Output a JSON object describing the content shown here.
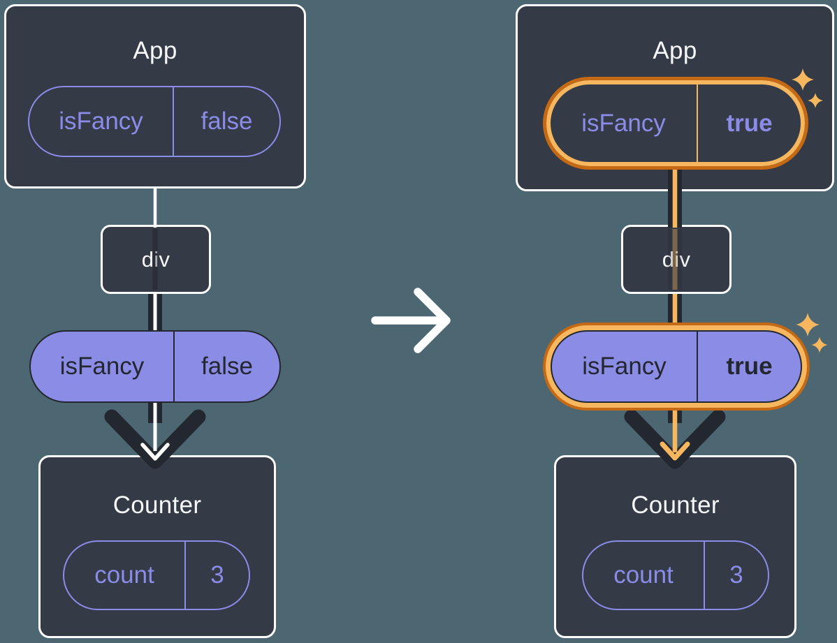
{
  "colors": {
    "background": "#4C6771",
    "node_fill": "#343A46",
    "node_border": "#FFFFFF",
    "purple": "#8A8CE8",
    "pill_purple_fill": "#8B8CE6",
    "dark_ink": "#23272F",
    "highlight_orange": "#F6B75F",
    "highlight_orange_dark": "#C56915",
    "title_text": "#F6F7F9"
  },
  "transition": {
    "icon": "right-arrow-icon"
  },
  "before": {
    "app": {
      "title": "App",
      "state_pill": {
        "key": "isFancy",
        "value": "false"
      }
    },
    "div_node": {
      "label": "div"
    },
    "prop_pill": {
      "key": "isFancy",
      "value": "false"
    },
    "counter": {
      "title": "Counter",
      "state_pill": {
        "key": "count",
        "value": "3"
      }
    }
  },
  "after": {
    "app": {
      "title": "App",
      "state_pill": {
        "key": "isFancy",
        "value": "true"
      }
    },
    "div_node": {
      "label": "div"
    },
    "prop_pill": {
      "key": "isFancy",
      "value": "true"
    },
    "counter": {
      "title": "Counter",
      "state_pill": {
        "key": "count",
        "value": "3"
      }
    }
  }
}
